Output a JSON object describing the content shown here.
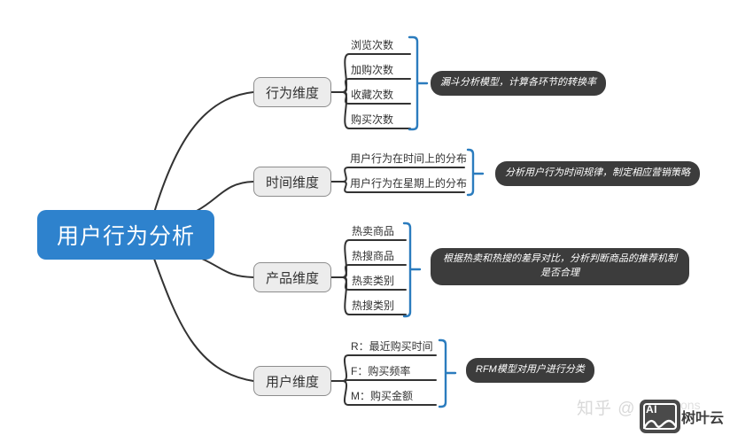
{
  "root": {
    "label": "用户行为分析"
  },
  "branches": [
    {
      "label": "行为维度",
      "leaves": [
        "浏览次数",
        "加购次数",
        "收藏次数",
        "购买次数"
      ],
      "annotation": "漏斗分析模型，计算各环节的转换率"
    },
    {
      "label": "时间维度",
      "leaves": [
        "用户行为在时间上的分布",
        "用户行为在星期上的分布"
      ],
      "annotation": "分析用户行为时间规律，制定相应营销策略"
    },
    {
      "label": "产品维度",
      "leaves": [
        "热卖商品",
        "热搜商品",
        "热卖类别",
        "热搜类别"
      ],
      "annotation": "根据热卖和热搜的差异对比，分析判断商品的推荐机制是否合理"
    },
    {
      "label": "用户维度",
      "leaves": [
        "R：最近购买时间",
        "F：购买频率",
        "M：购买金额"
      ],
      "annotation": "RFM模型对用户进行分类"
    }
  ],
  "watermark": {
    "site": "知乎 @",
    "tail": "ons"
  },
  "brand": {
    "icon_label": "AI",
    "name": "树叶云"
  },
  "colors": {
    "root_bg": "#2e82cd",
    "line": "#333333",
    "bracket": "#2b7cbe",
    "branch_bg": "#ececec",
    "branch_border": "#8d8d8d",
    "annotation_bg": "#3c3c3c",
    "watermark": "#d9d9d9",
    "brand_text": "#3d3d3d"
  }
}
